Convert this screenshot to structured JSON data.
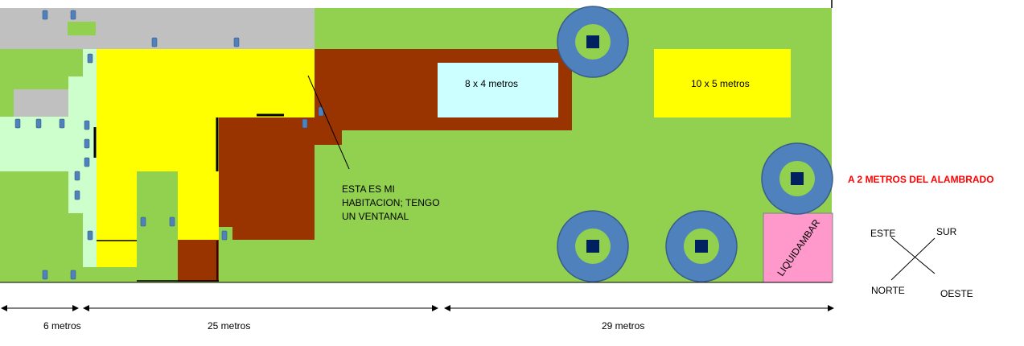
{
  "labels": {
    "pool": "8 x 4 metros",
    "garden_box": "10 x 5 metros",
    "room_note_line1": "ESTA ES MI",
    "room_note_line2": "HABITACION; TENGO",
    "room_note_line3": "UN VENTANAL",
    "fence_note": "A 2 METROS DEL ALAMBRADO",
    "tree_name": "LIQUIDAMBAR"
  },
  "compass": {
    "este": "ESTE",
    "sur": "SUR",
    "norte": "NORTE",
    "oeste": "OESTE"
  },
  "dimensions": {
    "d1": "6 metros",
    "d2": "25 metros",
    "d3": "29 metros"
  },
  "colors": {
    "lawn": "#92d050",
    "paving": "#c0c0c0",
    "house": "#ffff00",
    "deck": "#993300",
    "pool": "#ccffff",
    "patio": "#ccffcc",
    "liquidambar": "#ff99cc",
    "tree_ring": "#4f81bd",
    "tree_trunk": "#002060",
    "note_red": "#ff0000"
  }
}
